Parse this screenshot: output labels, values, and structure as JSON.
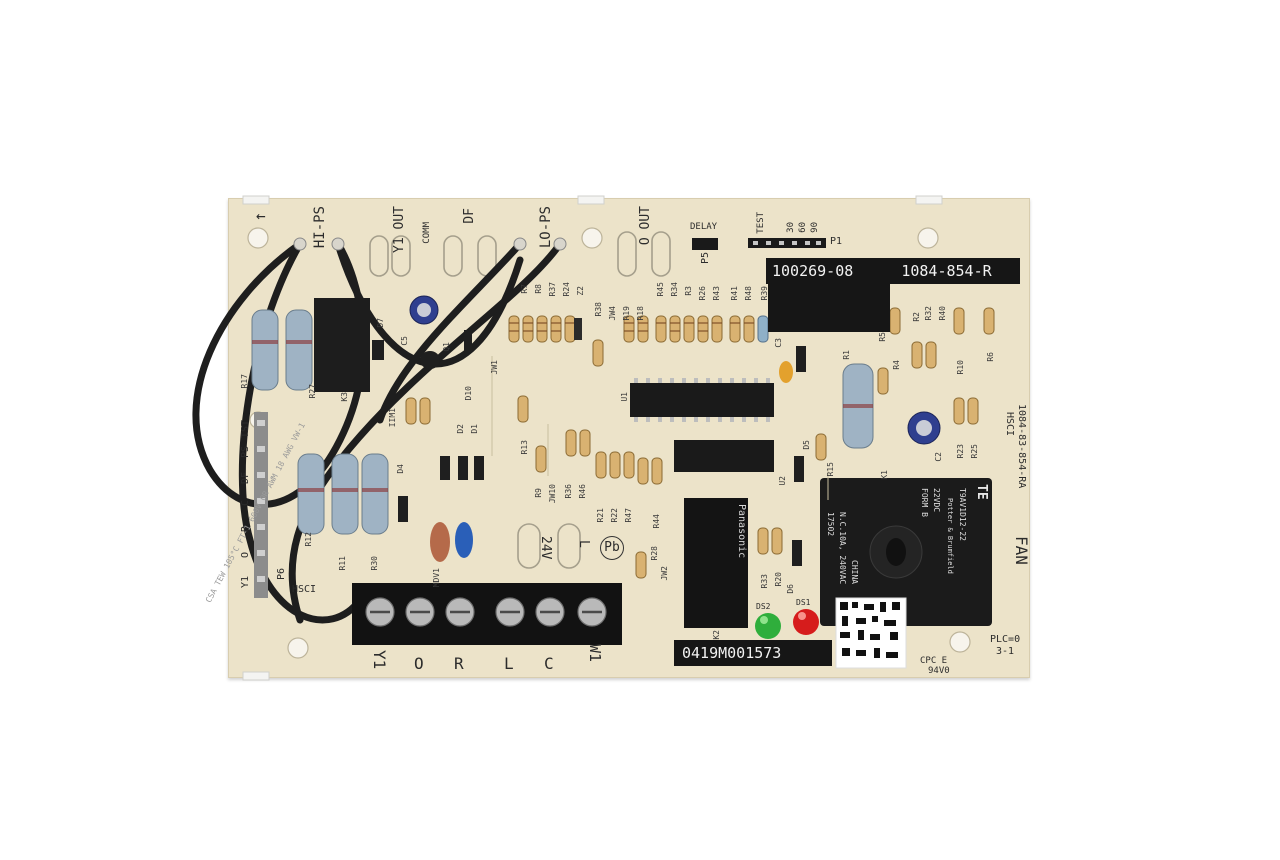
{
  "board": {
    "part_numbers": [
      "100269-08",
      "1084-854-R"
    ],
    "serial": "0419M001573",
    "side_code": "1084-83-854-RA",
    "side_mark": "HSCI",
    "plc": [
      "PLC=0",
      "3-1"
    ],
    "cpc": [
      "CPC E",
      "94V0"
    ],
    "logo_text": "Pb",
    "hsci_bottom": "HSCI",
    "arrow": "←"
  },
  "terminals_top": [
    {
      "id": "hi-ps",
      "label": "HI-PS"
    },
    {
      "id": "y1-out",
      "label": "Y1 OUT"
    },
    {
      "id": "comm",
      "label": "COMM"
    },
    {
      "id": "df",
      "label": "DF"
    },
    {
      "id": "lo-ps",
      "label": "LO-PS"
    },
    {
      "id": "o-out",
      "label": "O OUT"
    }
  ],
  "jumpers": {
    "delay": "DELAY",
    "p5": "P5",
    "test": "TEST",
    "times": [
      "30",
      "60",
      "90"
    ],
    "p1": "P1"
  },
  "left_header": {
    "labels": [
      "TST",
      "PS",
      "DF",
      "C",
      "R",
      "O",
      "Y1"
    ],
    "name": "P6"
  },
  "terminal_block": {
    "screws": [
      "Y1",
      "O",
      "R",
      "L",
      "C",
      "W1"
    ]
  },
  "fan_label": "FAN",
  "power_labels": [
    "24V",
    "L"
  ],
  "relay_k1": {
    "brand": "TE",
    "model": "T9AV1D12-22",
    "maker": "Potter & Brumfield",
    "coil": "22VDC",
    "form": "FORM B",
    "rating": "N.C.10A, 240VAC",
    "code": "17502",
    "origin": "CHINA"
  },
  "relay_k2": {
    "brand": "Panasonic"
  },
  "leds": [
    {
      "id": "ds2",
      "label": "DS2",
      "color": "#2fae3c"
    },
    {
      "id": "ds1",
      "label": "DS1",
      "color": "#d61c1c"
    }
  ],
  "wire_text": "CSA TEW 105°C FT-1 600V OR AWM 18 AWG VW-1",
  "component_refs": [
    "R7",
    "R8",
    "R37",
    "R24",
    "Z2",
    "R38",
    "JW4",
    "R19",
    "R18",
    "R45",
    "R34",
    "R3",
    "R26",
    "R43",
    "R41",
    "R48",
    "R39",
    "R2",
    "R32",
    "R40",
    "R5",
    "R4",
    "R1",
    "R10",
    "R6",
    "R23",
    "R25",
    "C2",
    "C3",
    "C5",
    "Q1",
    "D7",
    "D10",
    "JW1",
    "D2",
    "D1",
    "IIM1",
    "K3",
    "R17",
    "R27",
    "R12",
    "R11",
    "R30",
    "D4",
    "MDV1",
    "R13",
    "R9",
    "JW10",
    "R36",
    "R46",
    "R21",
    "R22",
    "R47",
    "R20",
    "R44",
    "R28",
    "JW2",
    "U1",
    "U2",
    "D5",
    "R15",
    "R33",
    "D6",
    "K1",
    "K2"
  ]
}
